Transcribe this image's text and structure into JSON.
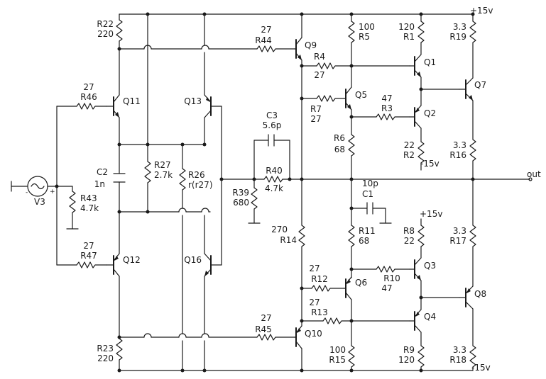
{
  "schematic": {
    "rails": {
      "pos": "+15v",
      "neg": "-15v"
    },
    "source": {
      "name": "V3",
      "minus": "-",
      "plus": "+"
    },
    "output": {
      "label": "out"
    },
    "resistors": {
      "R22": {
        "name": "R22",
        "value": "220"
      },
      "R46": {
        "name": "R46",
        "value": "27"
      },
      "R47": {
        "name": "R47",
        "value": "27"
      },
      "R23": {
        "name": "R23",
        "value": "220"
      },
      "R43": {
        "name": "R43",
        "value": "4.7k"
      },
      "R27": {
        "name": "R27",
        "value": "2.7k"
      },
      "R26": {
        "name": "R26",
        "value": "r(r27)"
      },
      "R44": {
        "name": "R44",
        "value": "27"
      },
      "R45": {
        "name": "R45",
        "value": "27"
      },
      "R40": {
        "name": "R40",
        "value": "4.7k"
      },
      "R39": {
        "name": "R39",
        "value": "680"
      },
      "R4": {
        "name": "R4",
        "value": "27"
      },
      "R7": {
        "name": "R7",
        "value": "27"
      },
      "R6": {
        "name": "R6",
        "value": "68"
      },
      "R5": {
        "name": "R5",
        "value": "100"
      },
      "R1": {
        "name": "R1",
        "value": "120"
      },
      "R3": {
        "name": "R3",
        "value": "47"
      },
      "R2": {
        "name": "R2",
        "value": "22"
      },
      "R19": {
        "name": "R19",
        "value": "3.3"
      },
      "R16": {
        "name": "R16",
        "value": "3.3"
      },
      "R14": {
        "name": "R14",
        "value": "270"
      },
      "R11": {
        "name": "R11",
        "value": "68"
      },
      "R12": {
        "name": "R12",
        "value": "27"
      },
      "R13": {
        "name": "R13",
        "value": "27"
      },
      "R15": {
        "name": "R15",
        "value": "100"
      },
      "R8": {
        "name": "R8",
        "value": "22"
      },
      "R10": {
        "name": "R10",
        "value": "47"
      },
      "R9": {
        "name": "R9",
        "value": "120"
      },
      "R17": {
        "name": "R17",
        "value": "3.3"
      },
      "R18": {
        "name": "R18",
        "value": "3.3"
      }
    },
    "capacitors": {
      "C2": {
        "name": "C2",
        "value": "1n"
      },
      "C3": {
        "name": "C3",
        "value": "5.6p"
      },
      "C1": {
        "name": "C1",
        "value": "10p"
      }
    },
    "transistors": {
      "Q1": "Q1",
      "Q2": "Q2",
      "Q3": "Q3",
      "Q4": "Q4",
      "Q5": "Q5",
      "Q6": "Q6",
      "Q7": "Q7",
      "Q8": "Q8",
      "Q9": "Q9",
      "Q10": "Q10",
      "Q11": "Q11",
      "Q12": "Q12",
      "Q13": "Q13",
      "Q16": "Q16"
    }
  }
}
